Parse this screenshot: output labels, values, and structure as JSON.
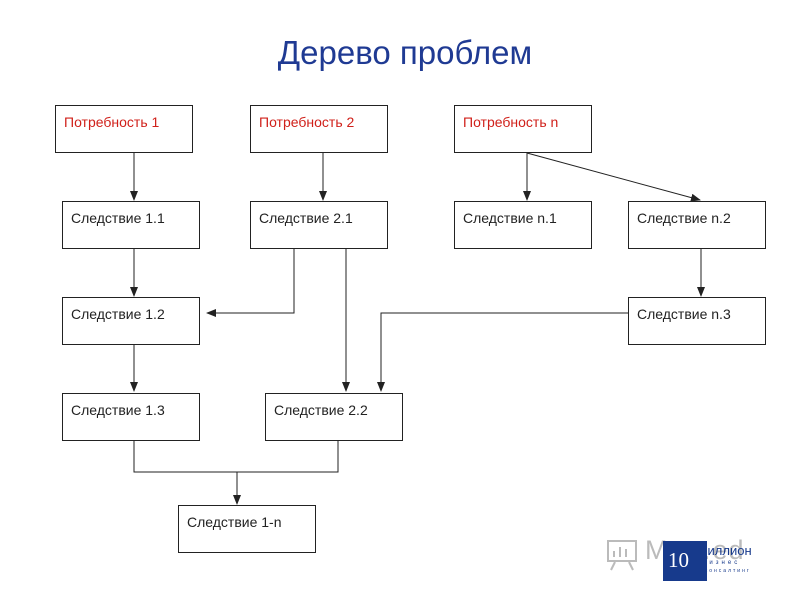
{
  "title": "Дерево проблем",
  "nodes": {
    "need1": "Потребность 1",
    "need2": "Потребность 2",
    "needn": "Потребность n",
    "c11": "Следствие 1.1",
    "c21": "Следствие 2.1",
    "cn1": "Следствие n.1",
    "cn2": "Следствие n.2",
    "c12": "Следствие 1.2",
    "cn3": "Следствие n.3",
    "c13": "Следствие 1.3",
    "c22": "Следствие 2.2",
    "c1n": "Следствие 1-n"
  },
  "watermark": {
    "text": "Mo…ed",
    "logo_number": "10",
    "logo_brand": "Биллион",
    "logo_sub": "бизнес",
    "logo_sub2": "консалтинг"
  },
  "colors": {
    "title": "#1f3a93",
    "need_text": "#d0201a",
    "logo_blue": "#173a8c"
  }
}
